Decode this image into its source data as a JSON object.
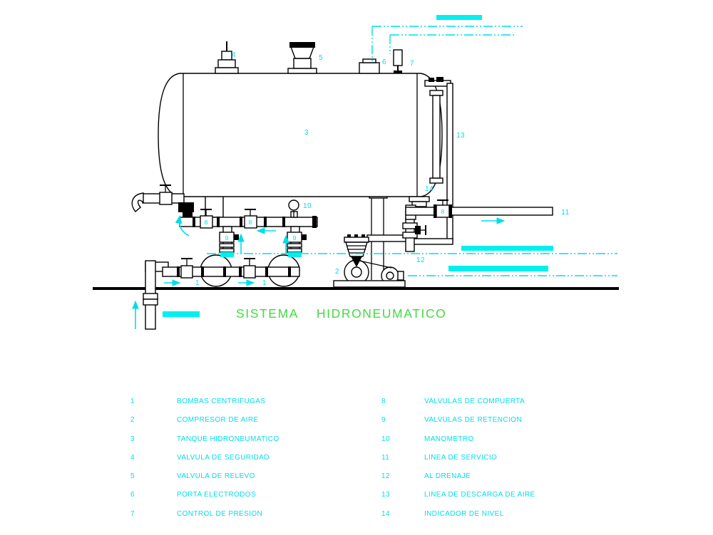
{
  "colors": {
    "cyan": "#00dde8",
    "cyan_highlight_bar": "#00efef",
    "title_green": "#44d944",
    "drawing_line": "#000000",
    "background": "#ffffff"
  },
  "title": "SISTEMA    HIDRONEUMATICO",
  "labels": {
    "pump_a": "1",
    "pump_b": "1",
    "compressor": "2",
    "tank": "3",
    "safety_valve": "4",
    "relief_valve": "5",
    "electrode_holder": "6",
    "pressure_control": "7",
    "gate_valve_a": "8",
    "gate_valve_b": "8",
    "gate_valve_service": "8",
    "check_valve_a": "9",
    "check_valve_b": "9",
    "manometer": "10",
    "service_line": "11",
    "drain": "12",
    "air_discharge_line": "13",
    "level_indicator": "14"
  },
  "legend": {
    "left": [
      {
        "num": "1",
        "label": "BOMBAS CENTRIFUGAS"
      },
      {
        "num": "2",
        "label": "COMPRESOR DE AIRE"
      },
      {
        "num": "3",
        "label": "TANQUE HIDRONEUMATICO"
      },
      {
        "num": "4",
        "label": "VALVULA DE SEGURIDAD"
      },
      {
        "num": "5",
        "label": "VALVULA DE RELEVO"
      },
      {
        "num": "6",
        "label": "PORTA ELECTRODOS"
      },
      {
        "num": "7",
        "label": "CONTROL DE PRESION"
      }
    ],
    "right": [
      {
        "num": "8",
        "label": "VALVULAS DE COMPUERTA"
      },
      {
        "num": "9",
        "label": "VALVULAS DE RETENCION"
      },
      {
        "num": "10",
        "label": "MANOMETRO"
      },
      {
        "num": "11",
        "label": "LINEA DE SERVICIO"
      },
      {
        "num": "12",
        "label": "AL DRENAJE"
      },
      {
        "num": "13",
        "label": "LINEA DE DESCARGA DE AIRE"
      },
      {
        "num": "14",
        "label": "INDICADOR DE NIVEL"
      }
    ]
  }
}
